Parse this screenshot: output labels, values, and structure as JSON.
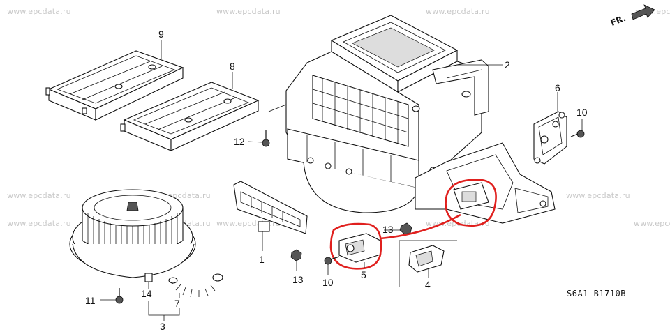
{
  "watermark": "www.epcdata.ru",
  "diagram_code": "S6A1—B1710B",
  "orientation": {
    "label": "FR."
  },
  "callouts": {
    "c1": "1",
    "c2": "2",
    "c3": "3",
    "c4": "4",
    "c5": "5",
    "c6": "6",
    "c7": "7",
    "c8": "8",
    "c9": "9",
    "c10a": "10",
    "c10b": "10",
    "c11": "11",
    "c12": "12",
    "c13a": "13",
    "c13b": "13",
    "c14": "14"
  },
  "colors": {
    "highlight": "#e0201e",
    "ink": "#111111",
    "watermark": "#c8c8c8"
  }
}
